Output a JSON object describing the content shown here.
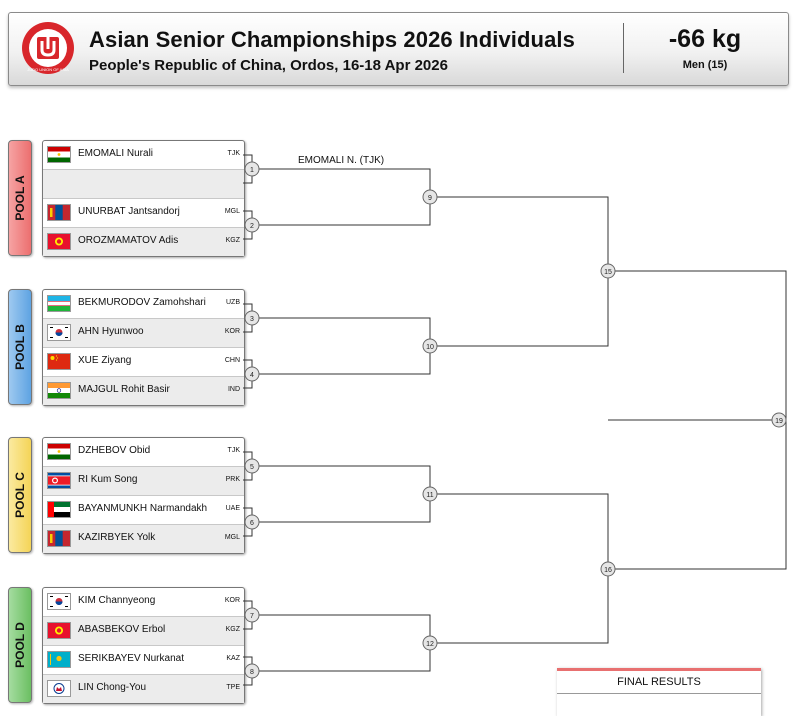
{
  "header": {
    "title": "Asian Senior Championships 2026 Individuals",
    "subtitle": "People's Republic of China, Ordos, 16-18 Apr 2026",
    "weight": "-66 kg",
    "gender": "Men (15)",
    "logo_text": "JUDO UNION OF ASIA",
    "logo_icon": "jua-logo"
  },
  "pools": {
    "a": "POOL A",
    "b": "POOL B",
    "c": "POOL C",
    "d": "POOL D"
  },
  "athletes": {
    "a1": {
      "name": "EMOMALI Nurali",
      "country": "TJK",
      "flag": "tjk-flag-icon"
    },
    "a2": {
      "name": "",
      "country": ""
    },
    "a3": {
      "name": "UNURBAT Jantsandorj",
      "country": "MGL",
      "flag": "mgl-flag-icon"
    },
    "a4": {
      "name": "OROZMAMATOV Adis",
      "country": "KGZ",
      "flag": "kgz-flag-icon"
    },
    "b1": {
      "name": "BEKMURODOV Zamohshari",
      "country": "UZB",
      "flag": "uzb-flag-icon"
    },
    "b2": {
      "name": "AHN Hyunwoo",
      "country": "KOR",
      "flag": "kor-flag-icon"
    },
    "b3": {
      "name": "XUE Ziyang",
      "country": "CHN",
      "flag": "chn-flag-icon"
    },
    "b4": {
      "name": "MAJGUL Rohit Basir",
      "country": "IND",
      "flag": "ind-flag-icon"
    },
    "c1": {
      "name": "DZHEBOV Obid",
      "country": "TJK",
      "flag": "tjk-flag-icon"
    },
    "c2": {
      "name": "RI Kum Song",
      "country": "PRK",
      "flag": "prk-flag-icon"
    },
    "c3": {
      "name": "BAYANMUNKH Narmandakh",
      "country": "UAE",
      "flag": "uae-flag-icon"
    },
    "c4": {
      "name": "KAZIRBYEK Yolk",
      "country": "MGL",
      "flag": "mgl-flag-icon"
    },
    "d1": {
      "name": "KIM Channyeong",
      "country": "KOR",
      "flag": "kor-flag-icon"
    },
    "d2": {
      "name": "ABASBEKOV Erbol",
      "country": "KGZ",
      "flag": "kgz-flag-icon"
    },
    "d3": {
      "name": "SERIKBAYEV Nurkanat",
      "country": "KAZ",
      "flag": "kaz-flag-icon"
    },
    "d4": {
      "name": "LIN Chong-You",
      "country": "TPE",
      "flag": "tpe-flag-icon"
    }
  },
  "matches": [
    "1",
    "2",
    "3",
    "4",
    "5",
    "6",
    "7",
    "8",
    "9",
    "10",
    "11",
    "12",
    "15",
    "16",
    "19"
  ],
  "results": {
    "match1_winner": "EMOMALI N. (TJK)"
  },
  "final_results": {
    "label": "FINAL RESULTS"
  },
  "colors": {
    "pool_a": "#ec6f6f",
    "pool_b": "#5ea3e2",
    "pool_c": "#f4d457",
    "pool_d": "#6bbf62",
    "accent": "#d8262b"
  }
}
